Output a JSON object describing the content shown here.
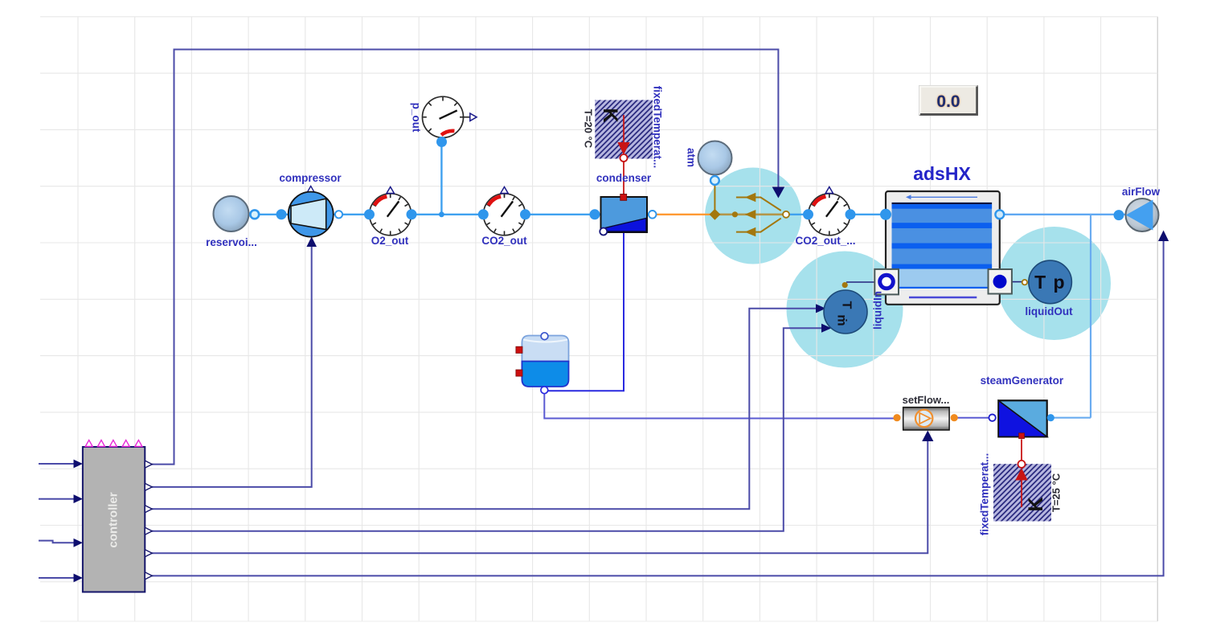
{
  "diagram": {
    "display_box": {
      "value": "0.0"
    },
    "components": {
      "reservoir": {
        "label": "reservoi..."
      },
      "compressor": {
        "label": "compressor"
      },
      "o2_gauge": {
        "label": "O2_out"
      },
      "p_gauge": {
        "label": "p_out"
      },
      "co2_gauge": {
        "label": "CO2_out"
      },
      "condenser": {
        "label": "condenser"
      },
      "fixed_temp_1": {
        "label": "fixedTemperat...",
        "param": "T=20 °C",
        "unit": "K"
      },
      "atm": {
        "label": "atm"
      },
      "co2_out_gauge": {
        "label": "CO2_out_..."
      },
      "splitter": {
        "label": ""
      },
      "ads_hx": {
        "label": "adsHX"
      },
      "air_flow": {
        "label": "airFlow"
      },
      "liquid_in": {
        "label": "liquidIn",
        "symbol_t": "T",
        "symbol_m": "ṁ"
      },
      "liquid_out": {
        "label": "liquidOut",
        "symbol": "T p"
      },
      "tank": {
        "label": ""
      },
      "set_flow": {
        "label": "setFlow..."
      },
      "steam_generator": {
        "label": "steamGenerator"
      },
      "fixed_temp_2": {
        "label": "fixedTemperat...",
        "param": "T=25 °C",
        "unit": "K"
      },
      "controller": {
        "label": "controller"
      }
    },
    "colors": {
      "flow_line": "#3fa1ef",
      "flow_line_light": "#5fa8f2",
      "signal_line": "#4b4ba8",
      "signal_arrow": "#0e0e6e",
      "heat_line": "#c81717",
      "medium_line_orange": "#ff9a33",
      "medium_line_olive": "#a3770e",
      "liquid_line_royal": "#2a2ae0",
      "liquid_line_purple": "#5a5ad2",
      "selection_highlight": "#7accdd",
      "grid": "#e7e7e7"
    }
  }
}
